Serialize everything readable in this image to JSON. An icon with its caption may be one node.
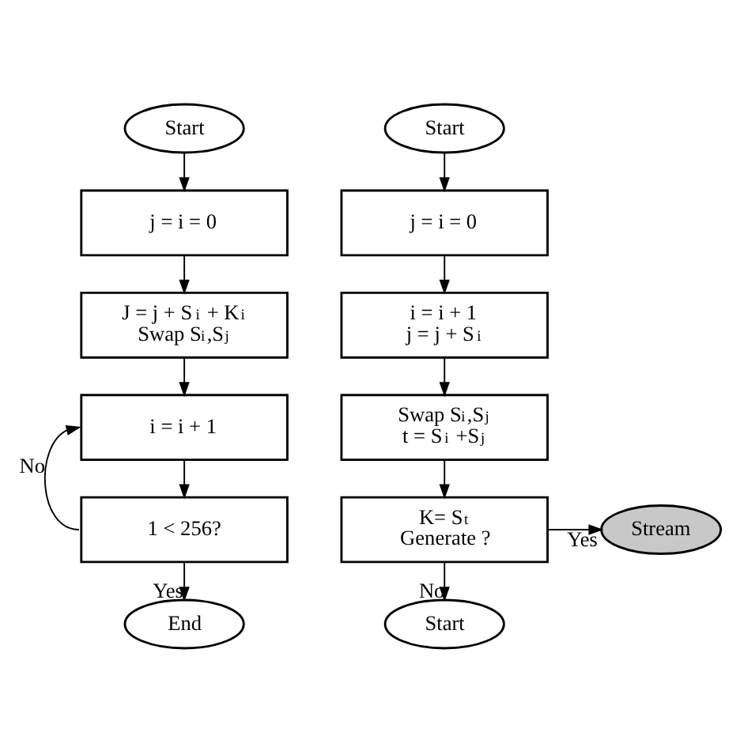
{
  "diagram": {
    "nodes": [
      {
        "text": [
          "Start"
        ]
      },
      {
        "text": [
          "j = i = 0"
        ]
      },
      {
        "text": [
          "J = j + S$_{i}$ + K$_{i}$",
          "Swap S$_{i}$,S$_{j}$"
        ]
      },
      {
        "text": [
          "i = i + 1"
        ]
      },
      {
        "text": [
          "1 < 256?"
        ]
      },
      {
        "text": [
          "End"
        ]
      },
      {
        "text": [
          "Start"
        ]
      },
      {
        "text": [
          "j = i = 0"
        ]
      },
      {
        "text": [
          "i = i + 1",
          "j = j + S$_{i}$"
        ]
      },
      {
        "text": [
          "Swap S$_{i}$,S$_{j}$",
          "t = S$_{i}$ +S$_{j}$"
        ]
      },
      {
        "text": [
          "K= S$_{t}$",
          "Generate ?"
        ]
      },
      {
        "text": [
          "Stream"
        ]
      },
      {
        "text": [
          "Start"
        ]
      }
    ],
    "edges": [
      {
        "from": 0,
        "to": 1,
        "arrow": "to"
      },
      {
        "from": 1,
        "to": 2,
        "arrow": "to"
      },
      {
        "from": 2,
        "to": 3,
        "arrow": "to"
      },
      {
        "from": 3,
        "to": 4,
        "arrow": "to"
      },
      {
        "from": 4,
        "to": 5,
        "arrow": "to",
        "label": "Yes"
      },
      {
        "from": 4,
        "to": 3,
        "arrow": "to",
        "label": "No"
      },
      {
        "from": 6,
        "to": 7,
        "arrow": "to"
      },
      {
        "from": 7,
        "to": 8,
        "arrow": "to"
      },
      {
        "from": 8,
        "to": 9,
        "arrow": "to"
      },
      {
        "from": 9,
        "to": 10,
        "arrow": "to"
      },
      {
        "from": 10,
        "to": 11,
        "arrow": "to",
        "label": "Yes"
      },
      {
        "from": 10,
        "to": 12,
        "arrow": "to",
        "label": "No"
      }
    ]
  }
}
